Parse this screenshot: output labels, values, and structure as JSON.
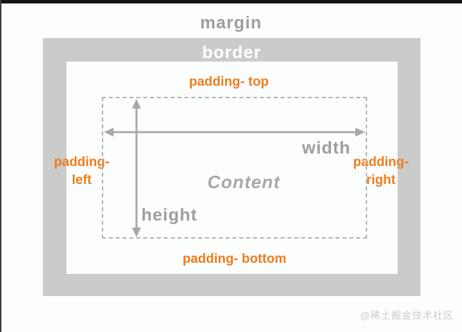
{
  "diagram": {
    "margin_label": "margin",
    "border_label": "border",
    "padding_top_label": "padding- top",
    "padding_left_line1": "padding-",
    "padding_left_line2": "left",
    "padding_right_line1": "padding-",
    "padding_right_line2": "right",
    "padding_bottom_label": "padding- bottom",
    "width_label": "width",
    "height_label": "height",
    "content_label": "Content"
  },
  "watermark": "@稀土掘金技术社区",
  "colors": {
    "accent_orange": "#ee7d1e",
    "band_gray": "#cbcbcb",
    "label_gray": "#9e9e9e",
    "dash_gray": "#b4b4b4",
    "arrow_gray": "#a9a9a9"
  }
}
